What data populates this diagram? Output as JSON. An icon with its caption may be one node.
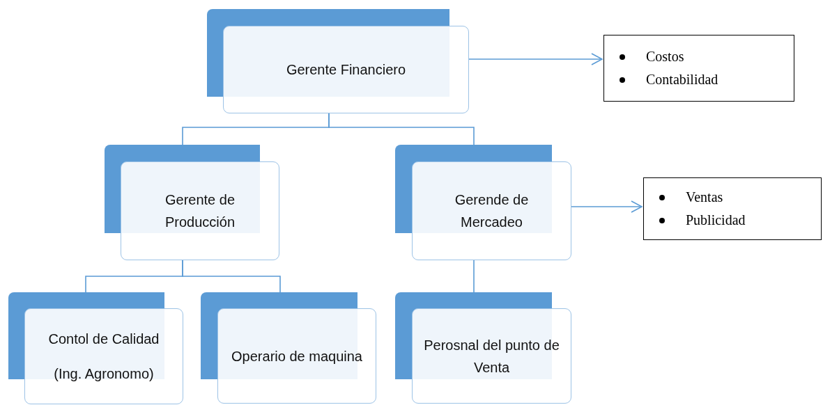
{
  "diagram": {
    "nodes": [
      {
        "text": [
          "Gerente Financiero"
        ]
      },
      {
        "text": [
          "Costos",
          "Contabilidad"
        ]
      },
      {
        "text": [
          "Gerente de Producción"
        ]
      },
      {
        "text": [
          "Gerende de Mercadeo"
        ]
      },
      {
        "text": [
          "Ventas",
          "Publicidad"
        ]
      },
      {
        "text": [
          "Contol de Calidad",
          "(Ing. Agronomo)"
        ]
      },
      {
        "text": [
          "Operario de maquina"
        ]
      },
      {
        "text": [
          "Perosnal del punto de Venta"
        ]
      }
    ],
    "edges": [
      {
        "from": 0,
        "to": 1,
        "arrow": "to"
      },
      {
        "from": 0,
        "to": 2,
        "arrow": "none"
      },
      {
        "from": 0,
        "to": 3,
        "arrow": "none"
      },
      {
        "from": 3,
        "to": 4,
        "arrow": "to"
      },
      {
        "from": 2,
        "to": 5,
        "arrow": "none"
      },
      {
        "from": 2,
        "to": 6,
        "arrow": "none"
      },
      {
        "from": 3,
        "to": 7,
        "arrow": "none"
      }
    ]
  }
}
